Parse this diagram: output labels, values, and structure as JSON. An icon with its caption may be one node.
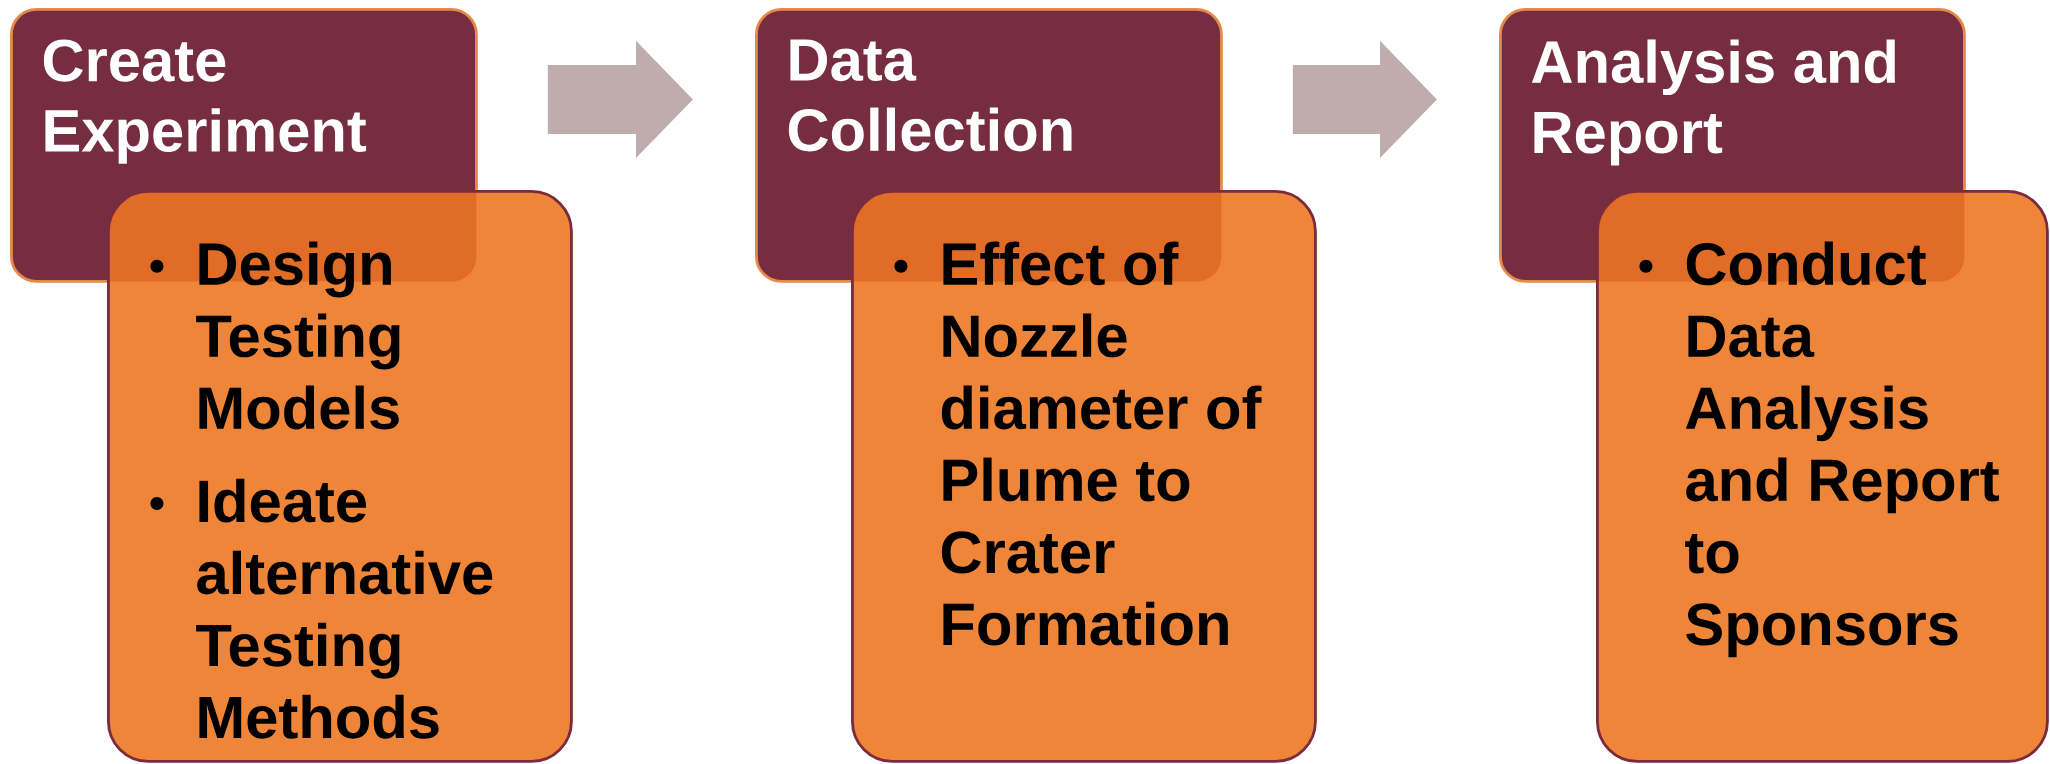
{
  "diagram": {
    "nodes": [
      {
        "text": [
          "Create Experiment"
        ]
      },
      {
        "text": [
          "Design Testing Models",
          "Ideate alternative Testing Methods"
        ]
      },
      {
        "text": [
          "Data Collection"
        ]
      },
      {
        "text": [
          "Effect of Nozzle diameter of Plume to Crater Formation"
        ]
      },
      {
        "text": [
          "Analysis and Report"
        ]
      },
      {
        "text": [
          "Conduct Data Analysis and Report to Sponsors"
        ]
      }
    ],
    "edges": [
      {
        "from": 0,
        "to": 2,
        "arrow": "to"
      },
      {
        "from": 2,
        "to": 4,
        "arrow": "to"
      }
    ]
  }
}
